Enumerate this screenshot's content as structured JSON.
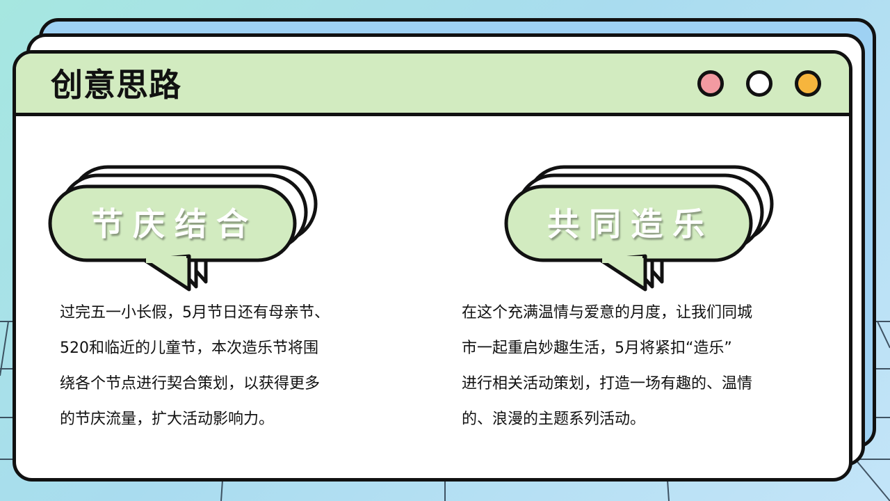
{
  "window": {
    "title": "创意思路"
  },
  "colors": {
    "titlebar": "#d2ebc0",
    "bubble_fill": "#d2ebc0",
    "dot_red": "#f29aa1",
    "dot_white": "#ffffff",
    "dot_yellow": "#f6b53d",
    "back_panel": "#9ed1f3"
  },
  "cards": [
    {
      "label": "节庆结合",
      "lines": [
        "过完五一小长假，5月节日还有母亲节、",
        "520和临近的儿童节，本次造乐节将围",
        "绕各个节点进行契合策划，以获得更多",
        "的节庆流量，扩大活动影响力。"
      ]
    },
    {
      "label": "共同造乐",
      "lines": [
        "在这个充满温情与爱意的月度，让我们同城",
        "市一起重启妙趣生活，5月将紧扣“造乐”",
        "进行相关活动策划，打造一场有趣的、温情",
        "的、浪漫的主题系列活动。"
      ]
    }
  ]
}
